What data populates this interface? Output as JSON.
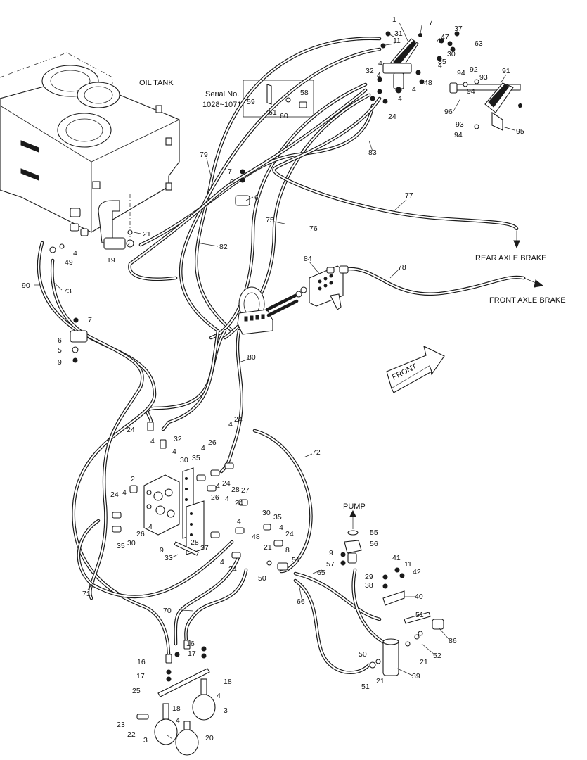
{
  "labels": {
    "oil_tank": "OIL TANK",
    "serial_title": "Serial No.",
    "serial_range": "1028~1071",
    "rear_axle_brake": "REAR AXLE BRAKE",
    "front_axle_brake": "FRONT AXLE BRAKE",
    "front": "FRONT",
    "pump": "PUMP"
  },
  "callouts": [
    {
      "id": "1",
      "text": "1"
    },
    {
      "id": "2",
      "text": "2"
    },
    {
      "id": "3a",
      "text": "3"
    },
    {
      "id": "3b",
      "text": "3"
    },
    {
      "id": "4",
      "text": "4"
    },
    {
      "id": "5",
      "text": "5"
    },
    {
      "id": "6a",
      "text": "6"
    },
    {
      "id": "6b",
      "text": "6"
    },
    {
      "id": "7a",
      "text": "7"
    },
    {
      "id": "7b",
      "text": "7"
    },
    {
      "id": "7c",
      "text": "7"
    },
    {
      "id": "7d",
      "text": "7"
    },
    {
      "id": "8",
      "text": "8"
    },
    {
      "id": "9a",
      "text": "9"
    },
    {
      "id": "9b",
      "text": "9"
    },
    {
      "id": "9c",
      "text": "9"
    },
    {
      "id": "9d",
      "text": "9"
    },
    {
      "id": "11a",
      "text": "11"
    },
    {
      "id": "11b",
      "text": "11"
    },
    {
      "id": "16a",
      "text": "16"
    },
    {
      "id": "16b",
      "text": "16"
    },
    {
      "id": "17a",
      "text": "17"
    },
    {
      "id": "17b",
      "text": "17"
    },
    {
      "id": "18a",
      "text": "18"
    },
    {
      "id": "18b",
      "text": "18"
    },
    {
      "id": "19",
      "text": "19"
    },
    {
      "id": "20",
      "text": "20"
    },
    {
      "id": "21a",
      "text": "21"
    },
    {
      "id": "21b",
      "text": "21"
    },
    {
      "id": "21c",
      "text": "21"
    },
    {
      "id": "21d",
      "text": "21"
    },
    {
      "id": "22",
      "text": "22"
    },
    {
      "id": "23",
      "text": "23"
    },
    {
      "id": "24a",
      "text": "24"
    },
    {
      "id": "24b",
      "text": "24"
    },
    {
      "id": "24c",
      "text": "24"
    },
    {
      "id": "24d",
      "text": "24"
    },
    {
      "id": "24e",
      "text": "24"
    },
    {
      "id": "24f",
      "text": "24"
    },
    {
      "id": "24g",
      "text": "24"
    },
    {
      "id": "24h",
      "text": "24"
    },
    {
      "id": "25",
      "text": "25"
    },
    {
      "id": "26a",
      "text": "26"
    },
    {
      "id": "26b",
      "text": "26"
    },
    {
      "id": "26c",
      "text": "26"
    },
    {
      "id": "27a",
      "text": "27"
    },
    {
      "id": "27b",
      "text": "27"
    },
    {
      "id": "28a",
      "text": "28"
    },
    {
      "id": "28b",
      "text": "28"
    },
    {
      "id": "29",
      "text": "29"
    },
    {
      "id": "30a",
      "text": "30"
    },
    {
      "id": "30b",
      "text": "30"
    },
    {
      "id": "30c",
      "text": "30"
    },
    {
      "id": "30d",
      "text": "30"
    },
    {
      "id": "31",
      "text": "31"
    },
    {
      "id": "32a",
      "text": "32"
    },
    {
      "id": "32b",
      "text": "32"
    },
    {
      "id": "33",
      "text": "33"
    },
    {
      "id": "35a",
      "text": "35"
    },
    {
      "id": "35b",
      "text": "35"
    },
    {
      "id": "35c",
      "text": "35"
    },
    {
      "id": "37",
      "text": "37"
    },
    {
      "id": "38",
      "text": "38"
    },
    {
      "id": "39",
      "text": "39"
    },
    {
      "id": "40",
      "text": "40"
    },
    {
      "id": "41",
      "text": "41"
    },
    {
      "id": "42",
      "text": "42"
    },
    {
      "id": "47",
      "text": "47"
    },
    {
      "id": "48a",
      "text": "48"
    },
    {
      "id": "48b",
      "text": "48"
    },
    {
      "id": "49",
      "text": "49"
    },
    {
      "id": "50a",
      "text": "50"
    },
    {
      "id": "50b",
      "text": "50"
    },
    {
      "id": "51a",
      "text": "51"
    },
    {
      "id": "51b",
      "text": "51"
    },
    {
      "id": "51c",
      "text": "51"
    },
    {
      "id": "52",
      "text": "52"
    },
    {
      "id": "55",
      "text": "55"
    },
    {
      "id": "56",
      "text": "56"
    },
    {
      "id": "57",
      "text": "57"
    },
    {
      "id": "58",
      "text": "58"
    },
    {
      "id": "59",
      "text": "59"
    },
    {
      "id": "60",
      "text": "60"
    },
    {
      "id": "61",
      "text": "61"
    },
    {
      "id": "63",
      "text": "63"
    },
    {
      "id": "65",
      "text": "65"
    },
    {
      "id": "66",
      "text": "66"
    },
    {
      "id": "70",
      "text": "70"
    },
    {
      "id": "71",
      "text": "71"
    },
    {
      "id": "72",
      "text": "72"
    },
    {
      "id": "73",
      "text": "73"
    },
    {
      "id": "75",
      "text": "75"
    },
    {
      "id": "76",
      "text": "76"
    },
    {
      "id": "77",
      "text": "77"
    },
    {
      "id": "78",
      "text": "78"
    },
    {
      "id": "79",
      "text": "79"
    },
    {
      "id": "80",
      "text": "80"
    },
    {
      "id": "82",
      "text": "82"
    },
    {
      "id": "83",
      "text": "83"
    },
    {
      "id": "84",
      "text": "84"
    },
    {
      "id": "85",
      "text": "85"
    },
    {
      "id": "86",
      "text": "86"
    },
    {
      "id": "90",
      "text": "90"
    },
    {
      "id": "91",
      "text": "91"
    },
    {
      "id": "92",
      "text": "92"
    },
    {
      "id": "93a",
      "text": "93"
    },
    {
      "id": "93b",
      "text": "93"
    },
    {
      "id": "94a",
      "text": "94"
    },
    {
      "id": "94b",
      "text": "94"
    },
    {
      "id": "94c",
      "text": "94"
    },
    {
      "id": "95",
      "text": "95"
    },
    {
      "id": "96",
      "text": "96"
    },
    {
      "id": "4b",
      "text": "4"
    },
    {
      "id": "4c",
      "text": "4"
    },
    {
      "id": "4d",
      "text": "4"
    },
    {
      "id": "4e",
      "text": "4"
    },
    {
      "id": "4f",
      "text": "4"
    },
    {
      "id": "4g",
      "text": "4"
    },
    {
      "id": "4h",
      "text": "4"
    },
    {
      "id": "4i",
      "text": "4"
    },
    {
      "id": "4j",
      "text": "4"
    },
    {
      "id": "4k",
      "text": "4"
    },
    {
      "id": "4l",
      "text": "4"
    },
    {
      "id": "4m",
      "text": "4"
    },
    {
      "id": "4n",
      "text": "4"
    },
    {
      "id": "4o",
      "text": "4"
    },
    {
      "id": "4p",
      "text": "4"
    },
    {
      "id": "4q",
      "text": "4"
    },
    {
      "id": "4r",
      "text": "4"
    },
    {
      "id": "4s",
      "text": "4"
    },
    {
      "id": "4t",
      "text": "4"
    },
    {
      "id": "4u",
      "text": "4"
    },
    {
      "id": "4v",
      "text": "4"
    }
  ]
}
